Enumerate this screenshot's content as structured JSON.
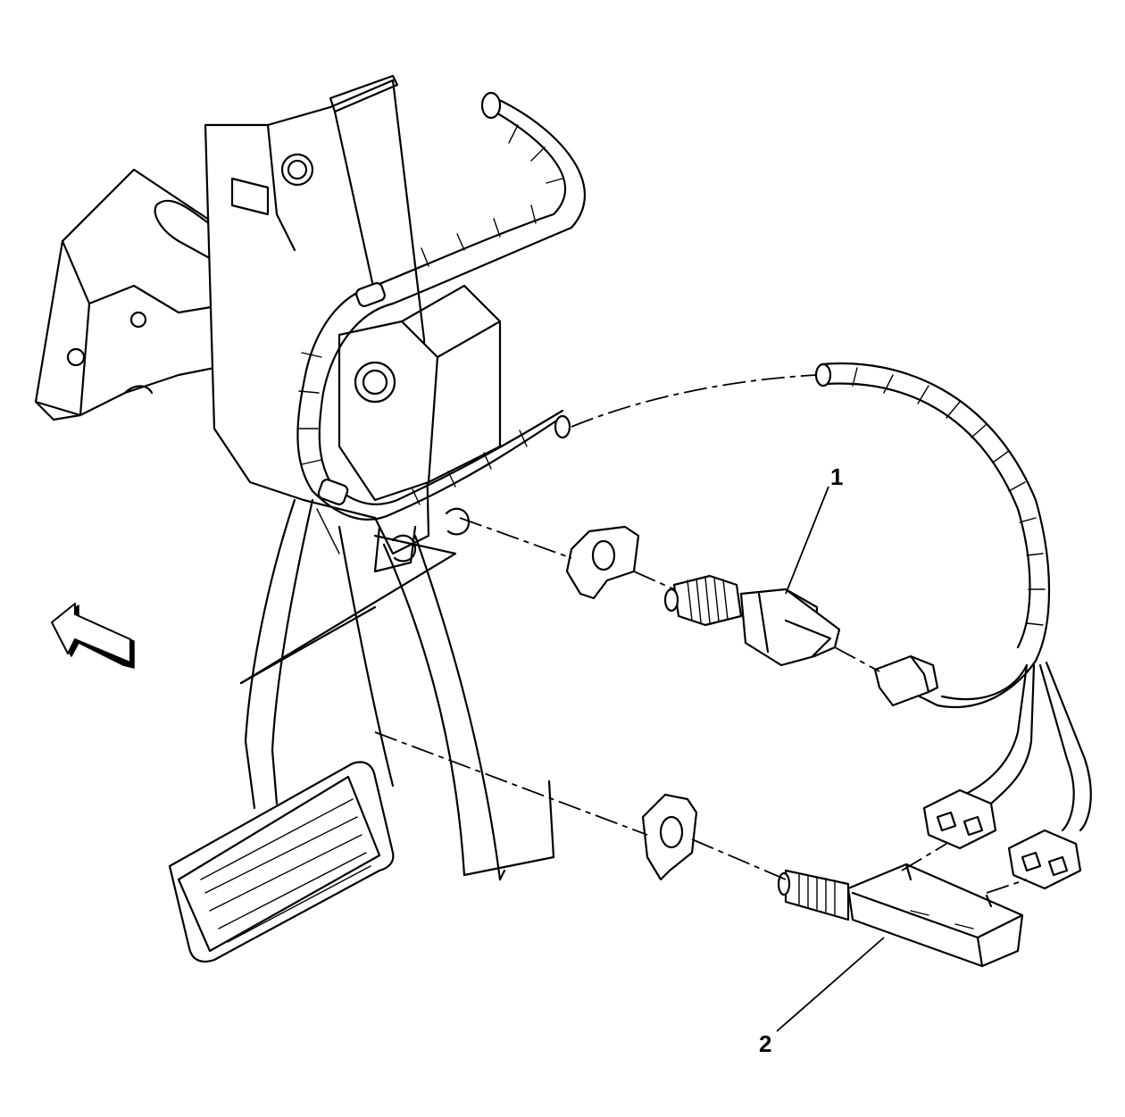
{
  "callouts": [
    {
      "id": "1",
      "label": "1"
    },
    {
      "id": "2",
      "label": "2"
    }
  ],
  "icons": {
    "direction_arrow": "forward-arrow-icon"
  }
}
